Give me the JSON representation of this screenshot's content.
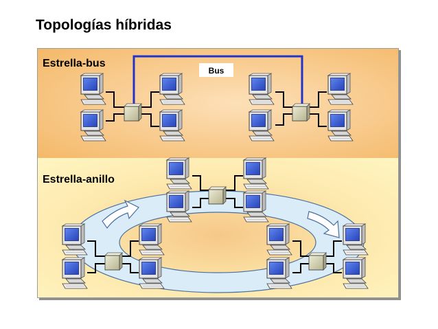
{
  "page": {
    "title": "Topologías híbridas"
  },
  "sections": {
    "star_bus": {
      "label": "Estrella-bus",
      "bus_label": "Bus"
    },
    "star_ring": {
      "label": "Estrella-anillo"
    }
  },
  "colors": {
    "orange": "#f5c27a",
    "cream": "#fff4b8",
    "bus_line": "#2233cc",
    "ring_fill": "#d9ecf8",
    "ring_stroke": "#4a6fa0",
    "monitor_screen": "#3a5fd0",
    "computer_body": "#e7e7e7",
    "hub": "#d7d5b8"
  },
  "icons": [
    "computer-icon",
    "hub-icon",
    "arrow-icon"
  ]
}
